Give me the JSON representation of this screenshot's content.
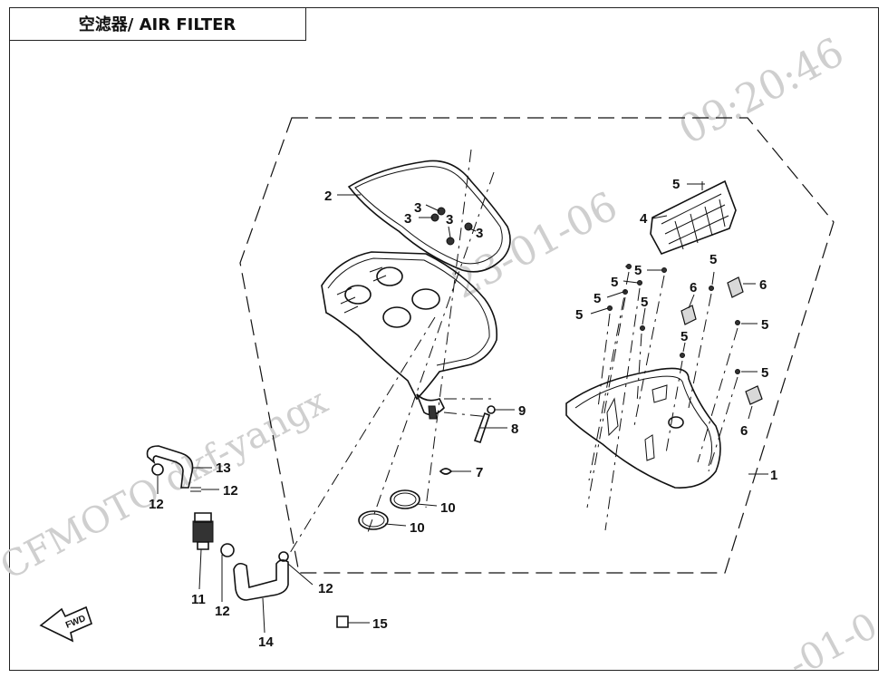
{
  "title": "空滤器/ AIR FILTER",
  "watermark": {
    "timestamp": "09:20:46",
    "date": "23-01-06",
    "user": "CFMOTO dkf-yangx",
    "corner_date": "-01-0"
  },
  "fwd_label": "FWD",
  "callouts": {
    "c1": "1",
    "c2": "2",
    "c3a": "3",
    "c3b": "3",
    "c3c": "3",
    "c3d": "3",
    "c4": "4",
    "c5a": "5",
    "c5b": "5",
    "c5c": "5",
    "c5d": "5",
    "c5e": "5",
    "c5f": "5",
    "c5g": "5",
    "c5h": "5",
    "c5i": "5",
    "c5j": "5",
    "c6a": "6",
    "c6b": "6",
    "c6c": "6",
    "c7": "7",
    "c8": "8",
    "c9": "9",
    "c10a": "10",
    "c10b": "10",
    "c11": "11",
    "c12a": "12",
    "c12b": "12",
    "c12c": "12",
    "c12d": "12",
    "c13": "13",
    "c14": "14",
    "c15": "15"
  }
}
